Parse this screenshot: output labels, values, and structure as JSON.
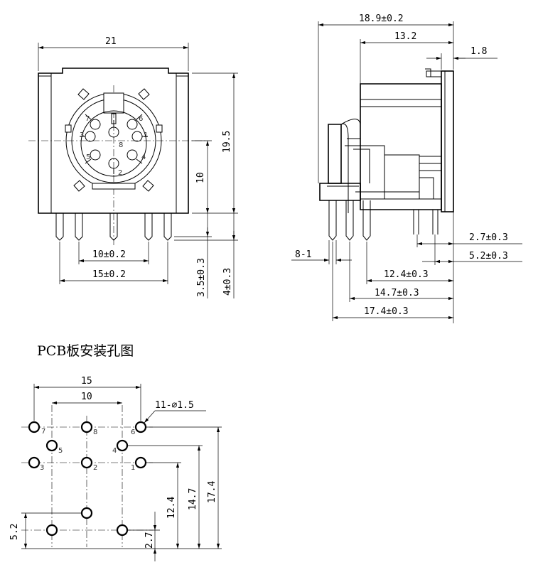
{
  "front_view": {
    "dims": {
      "width": "21",
      "height": "19.5",
      "center_height": "10",
      "pin_spacing_inner": "10±0.2",
      "pin_spacing_outer": "15±0.2",
      "pin_len_a": "3.5±0.3",
      "pin_len_b": "4±0.3"
    },
    "pin_labels": [
      "7",
      "6",
      "3",
      "1",
      "8",
      "5",
      "4",
      "2"
    ]
  },
  "side_view": {
    "dims": {
      "depth": "18.9±0.2",
      "body": "13.2",
      "flange": "1.8",
      "d1": "2.7±0.3",
      "d2": "5.2±0.3",
      "d3": "12.4±0.3",
      "d4": "14.7±0.3",
      "d5": "17.4±0.3",
      "small": "8-1"
    }
  },
  "pcb": {
    "title": "PCB板安装孔图",
    "dims": {
      "w15": "15",
      "w10": "10",
      "holes": "11-⌀1.5",
      "h12": "12.4",
      "h14": "14.7",
      "h17": "17.4",
      "h5": "5.2",
      "h2": "2.7"
    },
    "hole_labels": [
      "7",
      "8",
      "6",
      "5",
      "4",
      "3",
      "2",
      "1"
    ]
  }
}
